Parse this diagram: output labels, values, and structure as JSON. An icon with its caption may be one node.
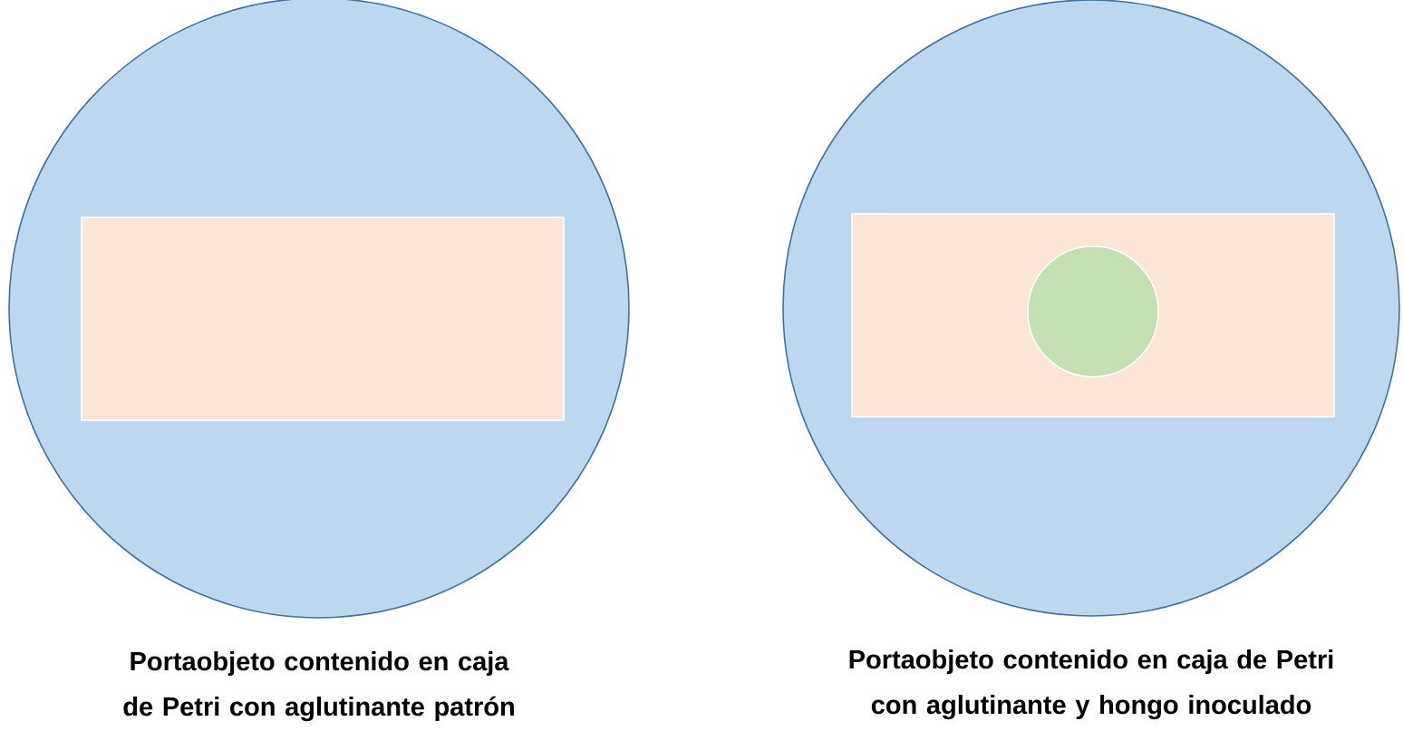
{
  "diagram": {
    "nodes": [
      {
        "text": [],
        "shape": "circle",
        "beside": [
          "Portaobjeto contenido en caja de Petri con aglutinante patrón"
        ]
      },
      {
        "text": [],
        "shape": "box",
        "in": 0
      },
      {
        "text": [],
        "shape": "circle",
        "beside": [
          "Portaobjeto contenido en caja de Petri con aglutinante y hongo inoculado"
        ]
      },
      {
        "text": [],
        "shape": "box",
        "in": 2
      },
      {
        "text": [],
        "shape": "circle",
        "in": 3
      }
    ]
  }
}
